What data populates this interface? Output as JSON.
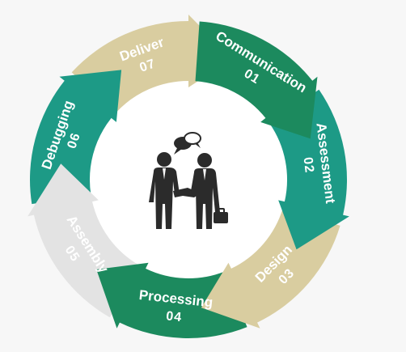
{
  "segments": [
    {
      "id": "communication",
      "label": "Communication",
      "number": "01",
      "color": "#1c8a5e"
    },
    {
      "id": "assessment",
      "label": "Assessment",
      "number": "02",
      "color": "#1d9a86"
    },
    {
      "id": "design",
      "label": "Design",
      "number": "03",
      "color": "#d9cda0"
    },
    {
      "id": "processing",
      "label": "Processing",
      "number": "04",
      "color": "#1c8a5e"
    },
    {
      "id": "assembly",
      "label": "Assembly",
      "number": "05",
      "color": "#e3e3e3"
    },
    {
      "id": "debugging",
      "label": "Debugging",
      "number": "06",
      "color": "#1d9a86"
    },
    {
      "id": "deliver",
      "label": "Deliver",
      "number": "07",
      "color": "#d9cda0"
    }
  ],
  "center_icon": "business-handshake-icon",
  "colors": {
    "background": "#f7f7f7",
    "figures": "#2b2b2b",
    "ring_center": "#ffffff"
  }
}
